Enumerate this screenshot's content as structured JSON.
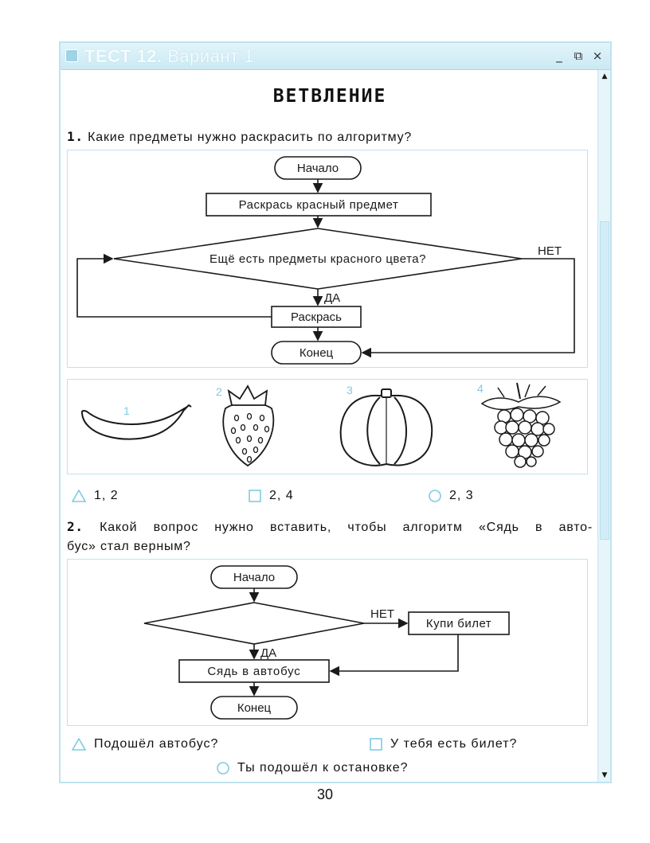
{
  "window": {
    "title": "ТЕСТ 12.",
    "variant": "Вариант 1",
    "minimize": "_",
    "restore": "⧉",
    "close": "×"
  },
  "heading": "ВЕТВЛЕНИЕ",
  "q1": {
    "number": "1.",
    "text": "Какие предметы нужно раскрасить по алгоритму?",
    "flowchart": {
      "start": "Начало",
      "step1": "Раскрась красный предмет",
      "decision": "Ещё есть предметы красного цвета?",
      "no": "НЕТ",
      "yes": "ДА",
      "step2": "Раскрась",
      "end": "Конец"
    },
    "pictures": [
      {
        "label": "1",
        "icon": "banana-icon"
      },
      {
        "label": "2",
        "icon": "strawberry-icon"
      },
      {
        "label": "3",
        "icon": "pumpkin-icon"
      },
      {
        "label": "4",
        "icon": "raspberry-icon"
      }
    ],
    "answers": [
      {
        "shape": "triangle",
        "text": "1, 2"
      },
      {
        "shape": "square",
        "text": "2, 4"
      },
      {
        "shape": "circle",
        "text": "2, 3"
      }
    ]
  },
  "q2": {
    "number": "2.",
    "line1": "Какой вопрос нужно вставить, чтобы алгоритм «Сядь в авто-",
    "line2": "бус» стал верным?",
    "flowchart": {
      "start": "Начало",
      "no": "НЕТ",
      "buy": "Купи билет",
      "yes": "ДА",
      "sit": "Сядь в автобус",
      "end": "Конец"
    },
    "answers": [
      {
        "shape": "triangle",
        "text": "Подошёл автобус?"
      },
      {
        "shape": "square",
        "text": "У тебя есть билет?"
      },
      {
        "shape": "circle",
        "text": "Ты подошёл к остановке?"
      }
    ]
  },
  "page_number": "30",
  "colors": {
    "accent": "#7fcbe3",
    "border": "#bfe3ef",
    "ink": "#1a1a1a"
  }
}
